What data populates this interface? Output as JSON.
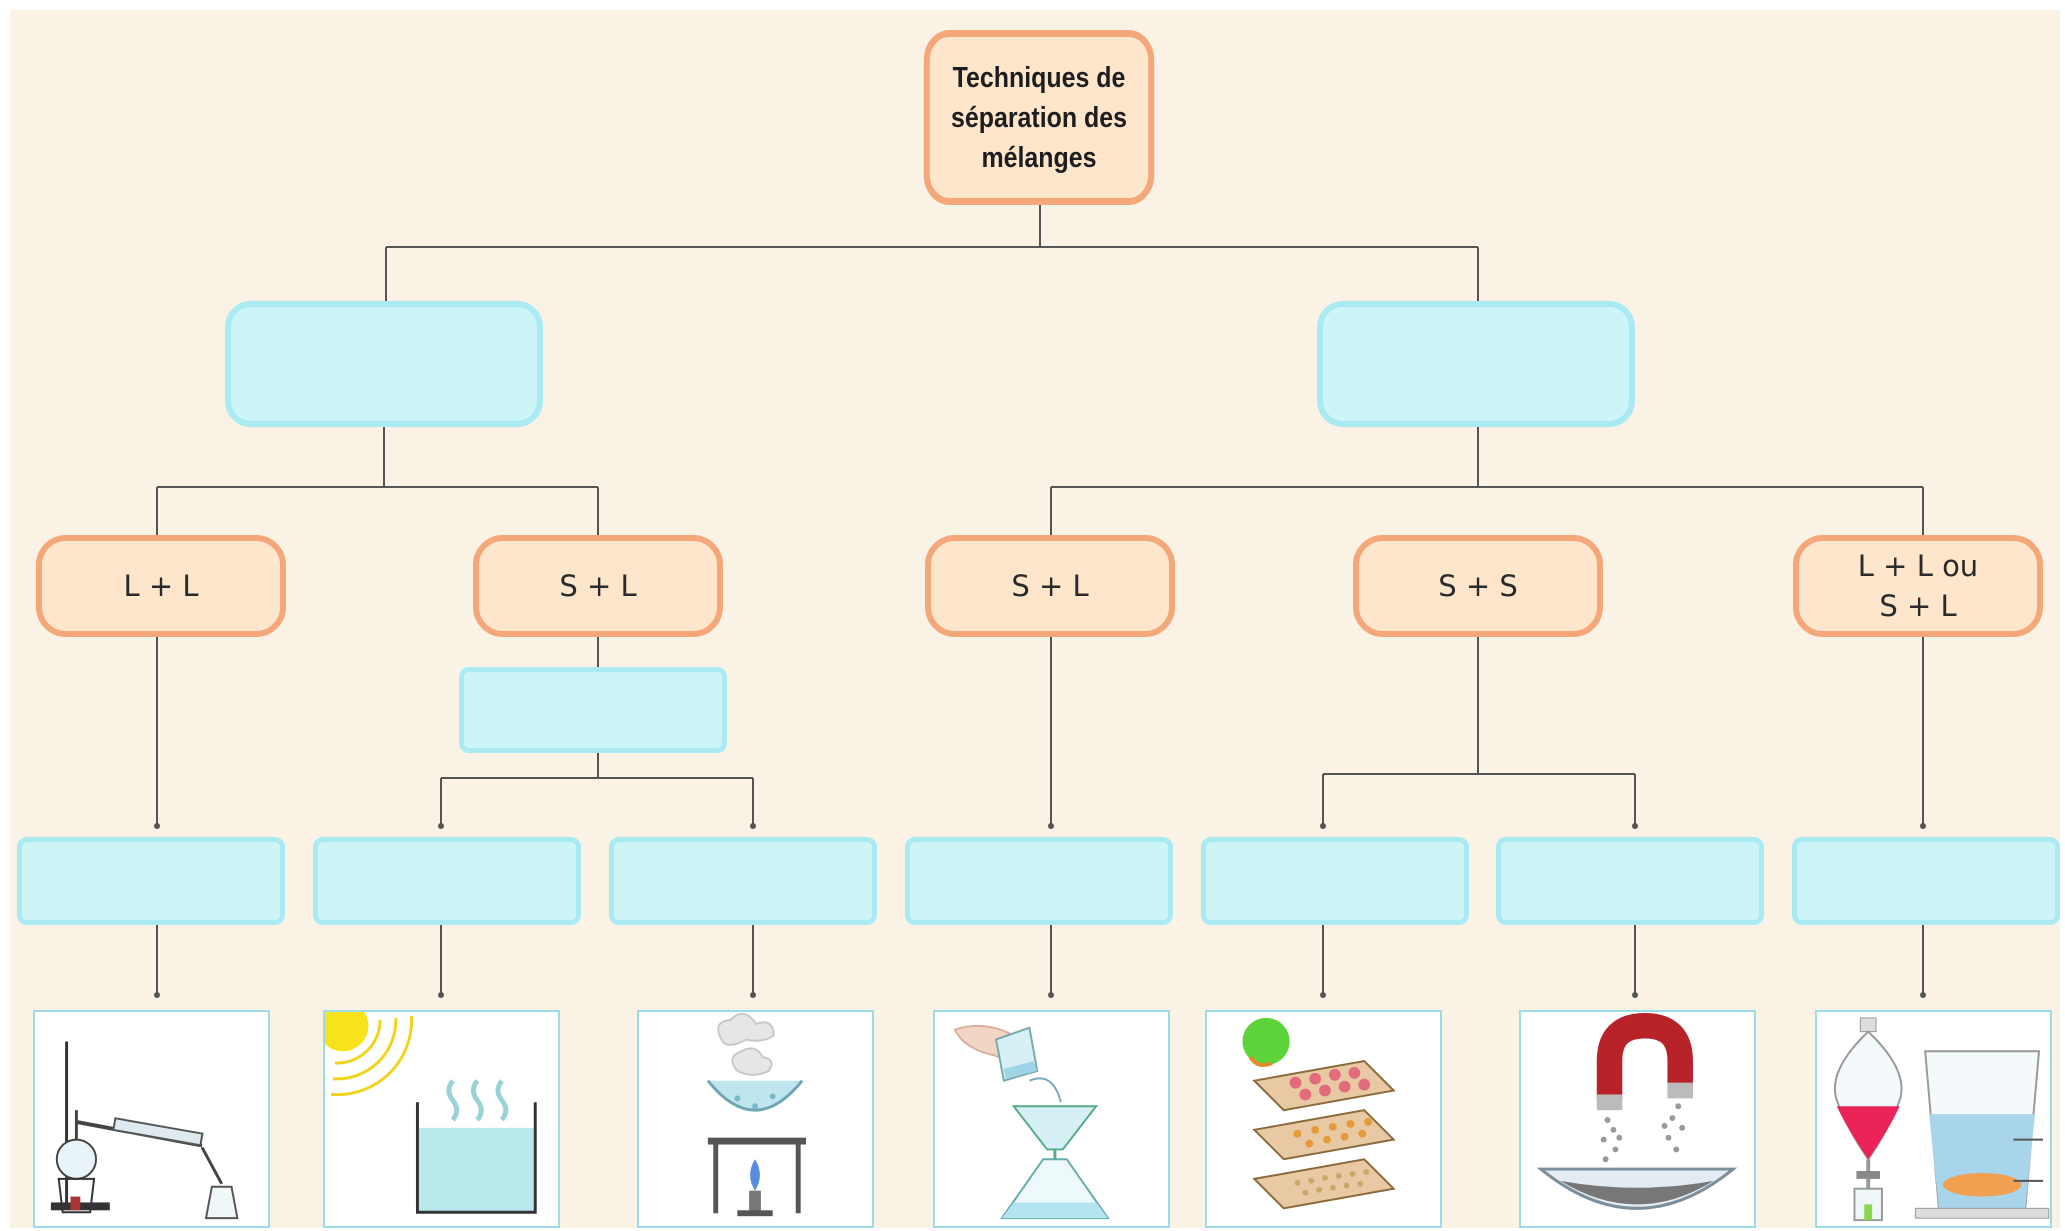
{
  "root": {
    "title": "Techniques de séparation des mélanges"
  },
  "categories": [
    {
      "label": "L + L"
    },
    {
      "label": "S + L"
    },
    {
      "label": "S + L"
    },
    {
      "label": "S + S"
    },
    {
      "label": "L + L  ou\nS + L"
    }
  ],
  "empty_boxes": {
    "left_group": "",
    "right_group": "",
    "sub_group": "",
    "techniques": [
      "",
      "",
      "",
      "",
      "",
      "",
      ""
    ]
  },
  "illustrations": [
    {
      "icon": "distillation-apparatus-icon"
    },
    {
      "icon": "evaporation-sun-icon"
    },
    {
      "icon": "heating-boiling-icon"
    },
    {
      "icon": "filtration-funnel-icon"
    },
    {
      "icon": "sieving-icon"
    },
    {
      "icon": "magnet-separation-icon"
    },
    {
      "icon": "separatory-funnel-decantation-icon"
    }
  ],
  "colors": {
    "background": "#fbf2e6",
    "orange_fill": "#fde6cc",
    "orange_border": "#f4a87a",
    "blue_fill": "#cdf4f6",
    "blue_border": "#aaeaf2",
    "line": "#555555"
  }
}
